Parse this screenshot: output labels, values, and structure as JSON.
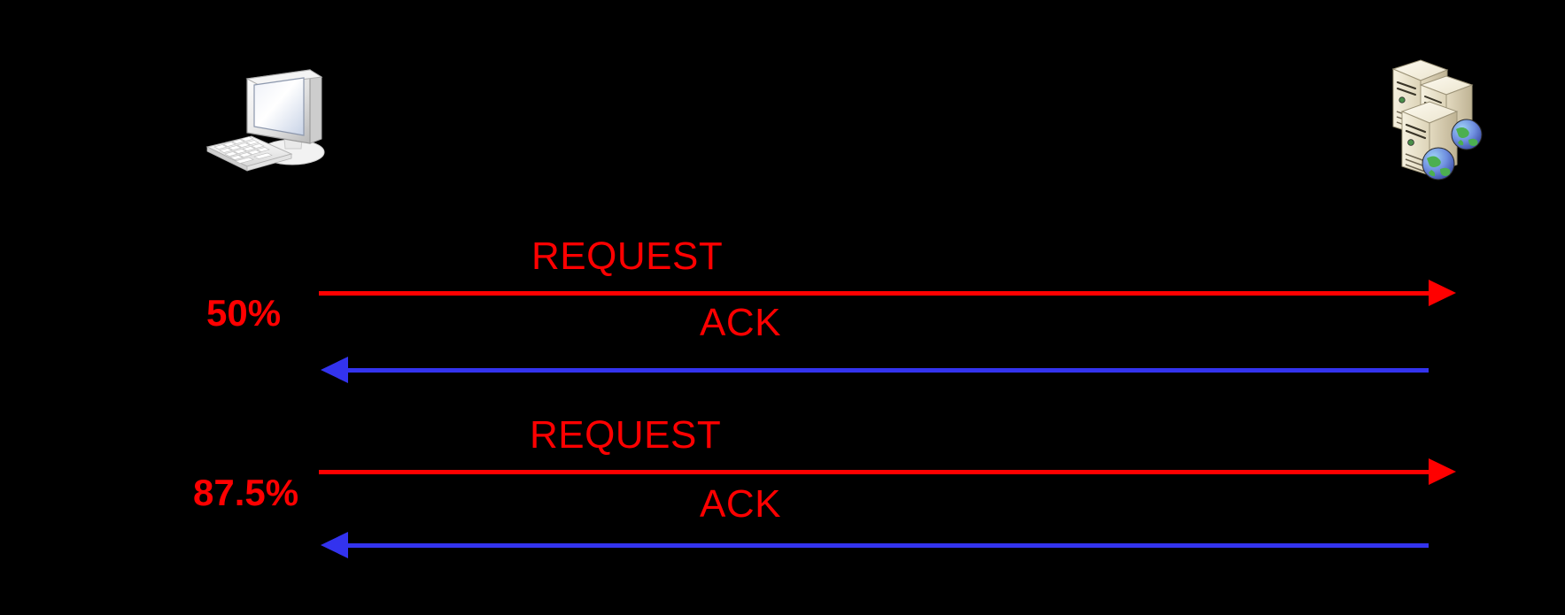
{
  "diagram": {
    "type": "network-sequence-diagram",
    "background_color": "#000000",
    "endpoints": [
      {
        "id": "client",
        "icon": "desktop-computer-icon",
        "side": "left"
      },
      {
        "id": "server-farm",
        "icon": "web-server-farm-icon",
        "side": "right"
      }
    ],
    "colors": {
      "request": "#FF0000",
      "ack": "#3333EE",
      "percent_label": "#FF0000"
    },
    "messages": [
      {
        "label": "REQUEST",
        "direction": "right",
        "color": "#FF0000"
      },
      {
        "label": "ACK",
        "direction": "left",
        "color": "#3333EE"
      },
      {
        "label": "REQUEST",
        "direction": "right",
        "color": "#FF0000"
      },
      {
        "label": "ACK",
        "direction": "left",
        "color": "#3333EE"
      }
    ],
    "percent_labels": [
      {
        "value": "50%"
      },
      {
        "value": "87.5%"
      }
    ]
  }
}
